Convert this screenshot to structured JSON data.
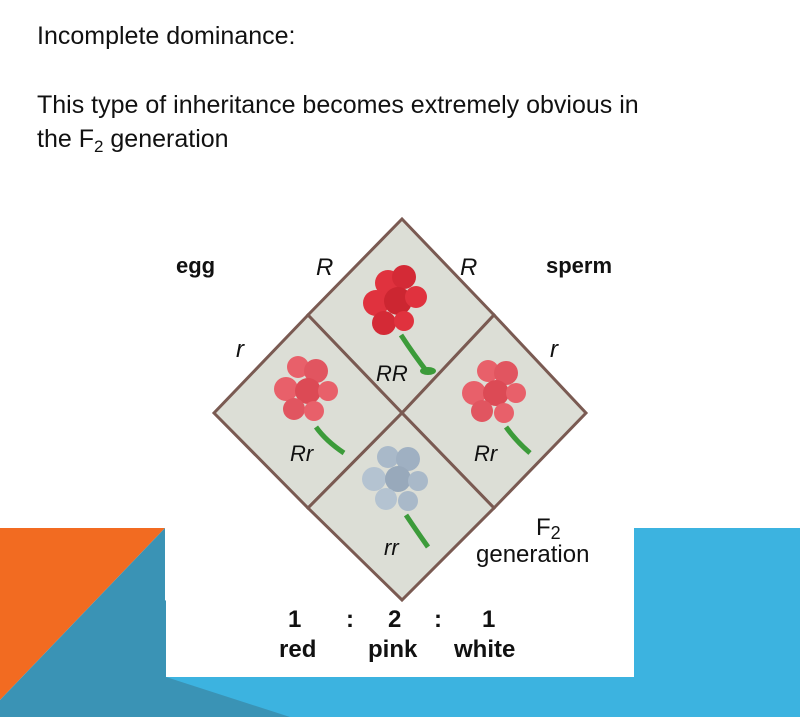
{
  "slide": {
    "title": "Incomplete dominance:",
    "body_main": "This type of inheritance becomes extremely obvious in",
    "body_line2_a": "the F",
    "body_line2_sub": "2",
    "body_line2_b": " generation"
  },
  "diagram": {
    "egg_label": "egg",
    "sperm_label": "sperm",
    "allele_left_top": "R",
    "allele_right_top": "R",
    "allele_left_side": "r",
    "allele_right_side": "r",
    "genotype_top": "RR",
    "genotype_left": "Rr",
    "genotype_right": "Rr",
    "genotype_bottom": "rr",
    "gen_label_F": "F",
    "gen_label_sub": "2",
    "gen_label_word": "generation",
    "ratio": {
      "red_count": "1",
      "colon1": ":",
      "pink_count": "2",
      "colon2": ":",
      "white_count": "1",
      "red_label": "red",
      "pink_label": "pink",
      "white_label": "white"
    },
    "colors": {
      "red": "#e0323e",
      "pink": "#e8606a",
      "white": "#a9b9c9",
      "cell": "#dcded6",
      "border": "#7a5a52",
      "stem": "#3c9b3a"
    }
  },
  "theme": {
    "orange": "#f26b21",
    "teal": "#3a93b5",
    "blue": "#3cb3e0"
  }
}
